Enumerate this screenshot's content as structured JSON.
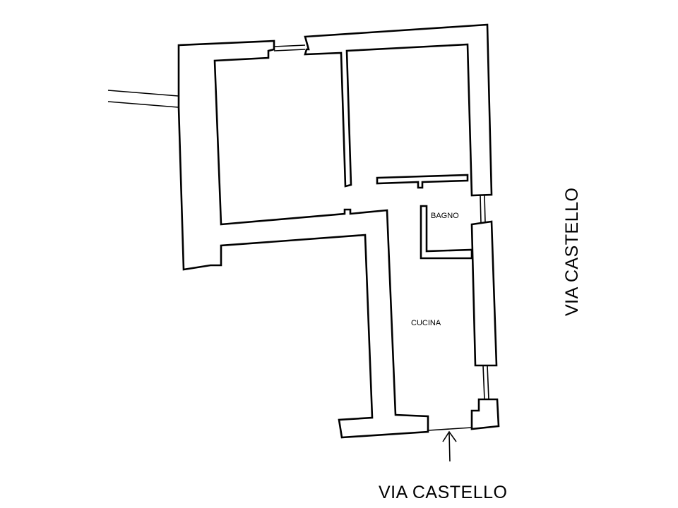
{
  "labels": {
    "bathroom": "BAGNO",
    "kitchen": "CUCINA",
    "street_right": "VIA CASTELLO",
    "street_bottom": "VIA CASTELLO"
  },
  "colors": {
    "line": "#000000",
    "background": "#ffffff"
  }
}
